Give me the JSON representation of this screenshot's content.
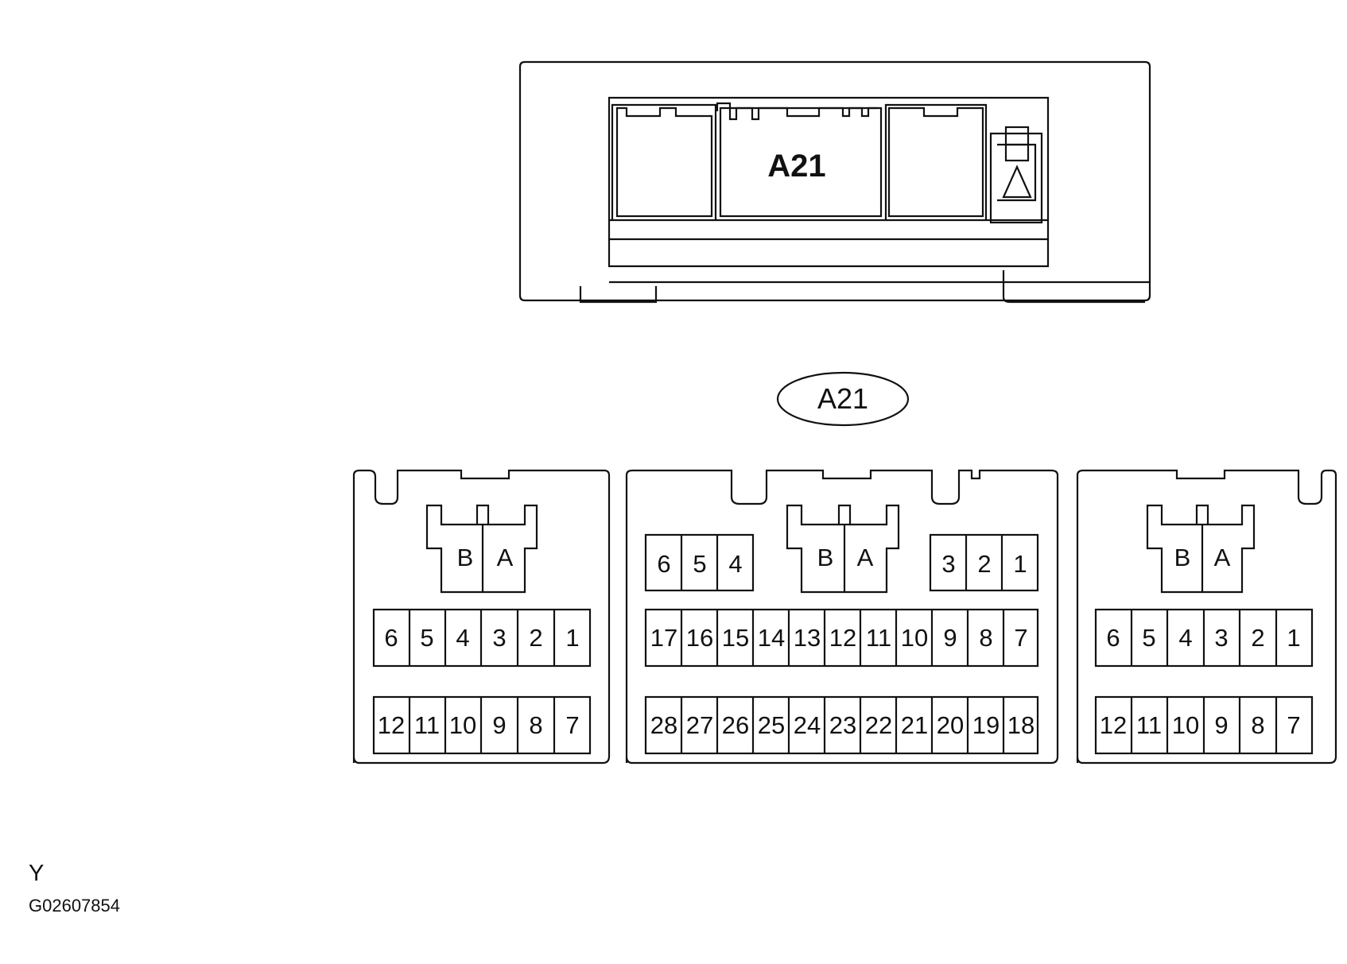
{
  "connector": {
    "housing_label": "A21",
    "callout_label": "A21"
  },
  "left_block": {
    "ab": [
      "B",
      "A"
    ],
    "row1": [
      "6",
      "5",
      "4",
      "3",
      "2",
      "1"
    ],
    "row2": [
      "12",
      "11",
      "10",
      "9",
      "8",
      "7"
    ]
  },
  "center_block": {
    "ab": [
      "B",
      "A"
    ],
    "top_left": [
      "6",
      "5",
      "4"
    ],
    "top_right": [
      "3",
      "2",
      "1"
    ],
    "row1": [
      "17",
      "16",
      "15",
      "14",
      "13",
      "12",
      "11",
      "10",
      "9",
      "8",
      "7"
    ],
    "row2": [
      "28",
      "27",
      "26",
      "25",
      "24",
      "23",
      "22",
      "21",
      "20",
      "19",
      "18"
    ]
  },
  "right_block": {
    "ab": [
      "B",
      "A"
    ],
    "row1": [
      "6",
      "5",
      "4",
      "3",
      "2",
      "1"
    ],
    "row2": [
      "12",
      "11",
      "10",
      "9",
      "8",
      "7"
    ]
  },
  "footer": {
    "code": "Y",
    "figure_id": "G02607854"
  }
}
